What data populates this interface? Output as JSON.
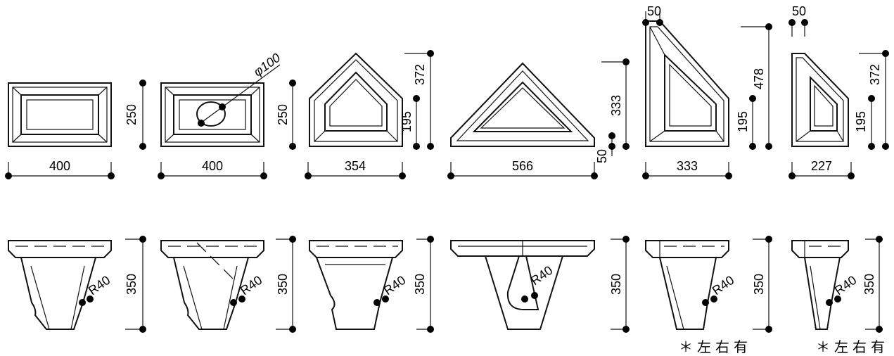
{
  "top_views": {
    "dim_400_a": "400",
    "dim_250_a": "250",
    "dim_400_b": "400",
    "dim_250_b": "250",
    "dim_phi100": "φ100",
    "dim_372_a": "372",
    "dim_195_a": "195",
    "dim_354": "354",
    "dim_333_a": "333",
    "dim_50_a": "50",
    "dim_566": "566",
    "dim_50_b": "50",
    "dim_478": "478",
    "dim_195_b": "195",
    "dim_333_b": "333",
    "dim_50_c": "50",
    "dim_372_b": "372",
    "dim_195_c": "195",
    "dim_227": "227"
  },
  "side_views": {
    "r40_1": "R40",
    "h350_1": "350",
    "r40_2": "R40",
    "h350_2": "350",
    "r40_3": "R40",
    "h350_3": "350",
    "r40_4": "R40",
    "h350_4": "350",
    "r40_5": "R40",
    "h350_5": "350",
    "r40_6": "R40",
    "h350_6": "350"
  },
  "notes": {
    "note_left_right_1": "＊左右有",
    "note_left_right_2": "＊左右有"
  }
}
